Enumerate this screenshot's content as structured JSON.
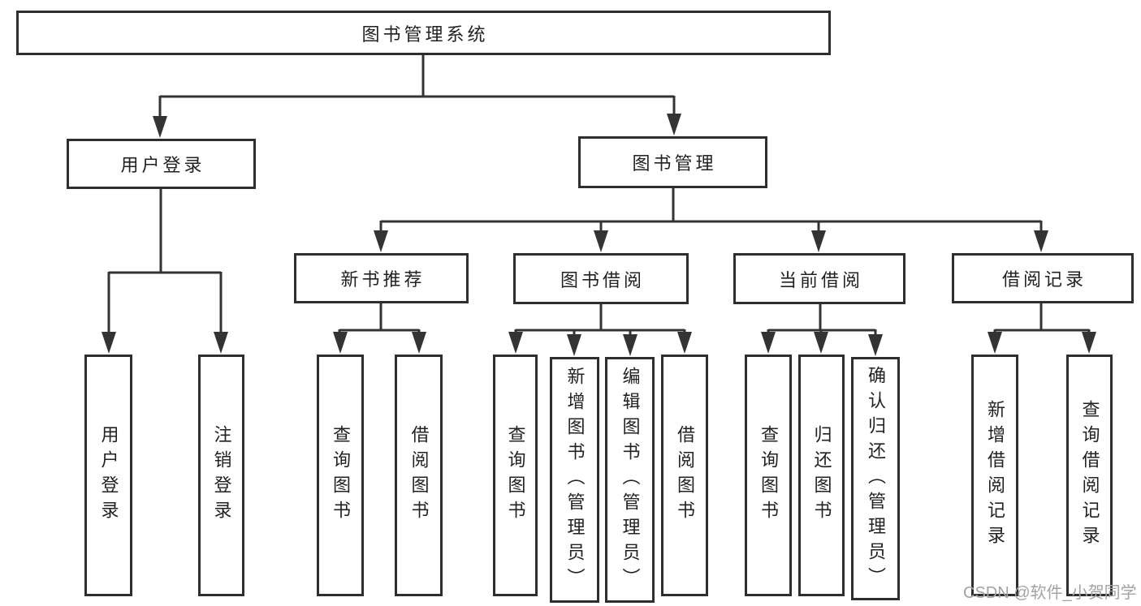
{
  "colors": {
    "background": "#ffffff",
    "line": "#333333",
    "box_border": "#2e2e2e",
    "text": "#222222",
    "watermark": "#a3a3a3"
  },
  "watermark": {
    "text": "CSDN @软件_小贺同学"
  },
  "tree": {
    "label": "图书管理系统",
    "children": [
      {
        "label": "用户登录",
        "children": [
          {
            "label": "用户登录"
          },
          {
            "label": "注销登录"
          }
        ]
      },
      {
        "label": "图书管理",
        "children": [
          {
            "label": "新书推荐",
            "children": [
              {
                "label": "查询图书"
              },
              {
                "label": "借阅图书"
              }
            ]
          },
          {
            "label": "图书借阅",
            "children": [
              {
                "label": "查询图书"
              },
              {
                "label": "新增图书（管理员）"
              },
              {
                "label": "编辑图书（管理员）"
              },
              {
                "label": "借阅图书"
              }
            ]
          },
          {
            "label": "当前借阅",
            "children": [
              {
                "label": "查询图书"
              },
              {
                "label": "归还图书"
              },
              {
                "label": "确认归还（管理员）"
              }
            ]
          },
          {
            "label": "借阅记录",
            "children": [
              {
                "label": "新增借阅记录"
              },
              {
                "label": "查询借阅记录"
              }
            ]
          }
        ]
      }
    ]
  }
}
